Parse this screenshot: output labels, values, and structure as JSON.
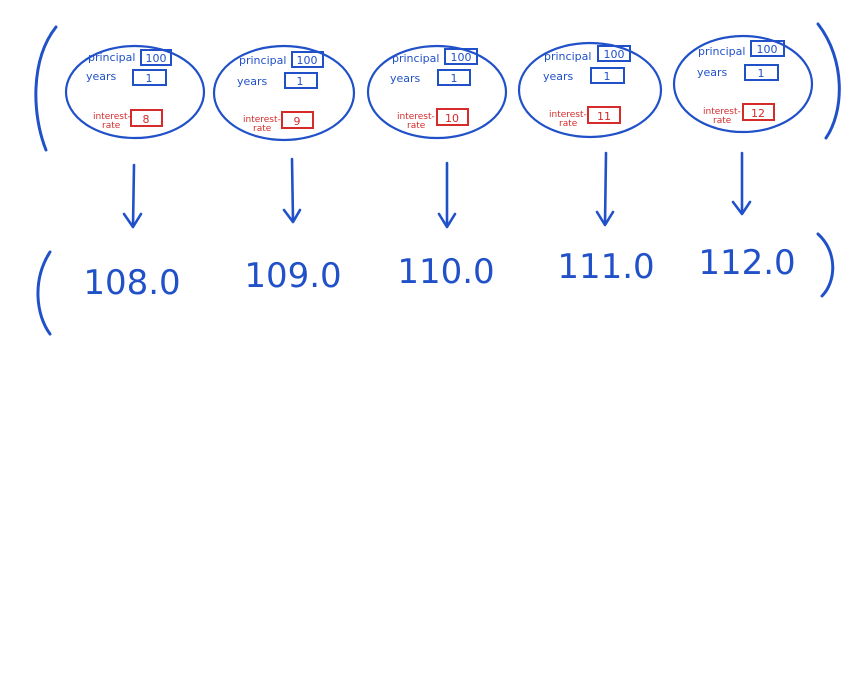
{
  "colors": {
    "ink_blue": "#2151c8",
    "ink_red": "#d52b2b",
    "background": "#ffffff"
  },
  "labels": {
    "principal": "principal",
    "years": "years",
    "interest_line1": "interest-",
    "interest_line2": "rate"
  },
  "records": [
    {
      "principal": "100",
      "years": "1",
      "interest_rate": "8"
    },
    {
      "principal": "100",
      "years": "1",
      "interest_rate": "9"
    },
    {
      "principal": "100",
      "years": "1",
      "interest_rate": "10"
    },
    {
      "principal": "100",
      "years": "1",
      "interest_rate": "11"
    },
    {
      "principal": "100",
      "years": "1",
      "interest_rate": "12"
    }
  ],
  "results": [
    "108.0",
    "109.0",
    "110.0",
    "111.0",
    "112.0"
  ]
}
